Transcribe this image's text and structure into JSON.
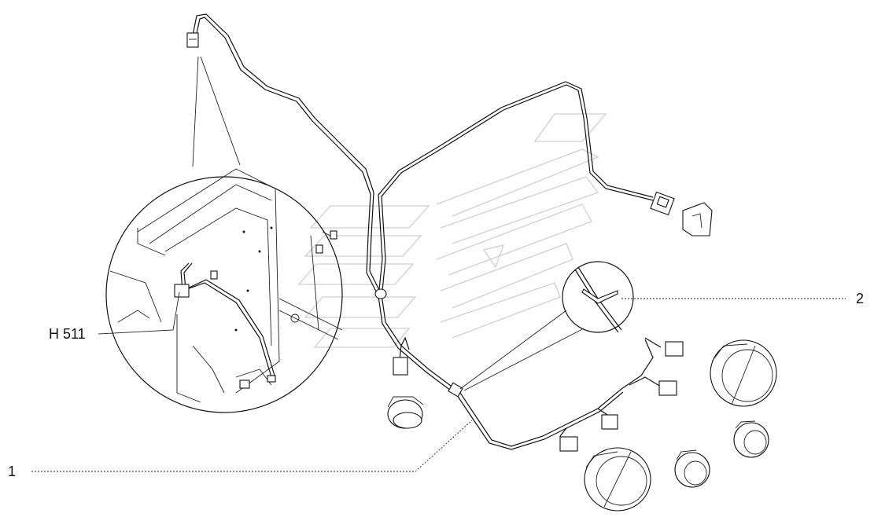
{
  "callouts": {
    "harness": "1",
    "clip": "2",
    "lamp_connector": "H 511"
  }
}
